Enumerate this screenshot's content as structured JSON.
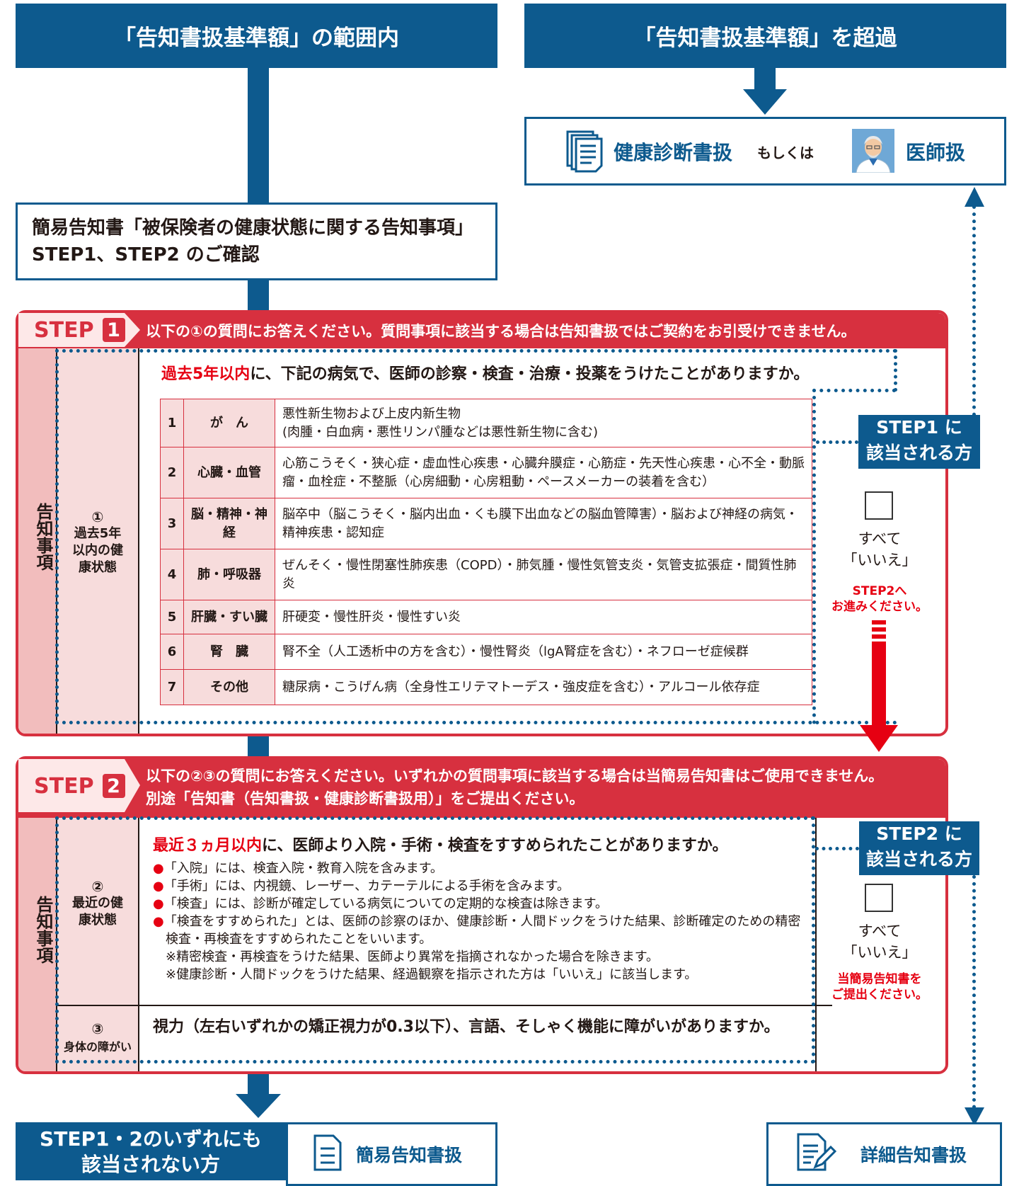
{
  "header_left": "「告知書扱基準額」の範囲内",
  "header_right": "「告知書扱基準額」を超過",
  "options_box": {
    "health_check": "健康診断書扱",
    "or": "もしくは",
    "doctor": "医師扱"
  },
  "confirm_box": {
    "line1": "簡易告知書「被保険者の健康状態に関する告知事項」",
    "line2": "STEP1、STEP2 のご確認"
  },
  "step1": {
    "label": "STEP",
    "number": "1",
    "instruction": "以下の①の質問にお答えください。質問事項に該当する場合は告知書扱ではご契約をお引受けできません。",
    "side_label": "告知事項",
    "q_num": "①",
    "q_label": "過去5年以内の健康状態",
    "question_em": "過去5年以内",
    "question_rest": "に、下記の病気で、医師の診察・検査・治療・投薬をうけたことがありますか。",
    "diseases": [
      {
        "no": "1",
        "name": "が　ん",
        "desc": "悪性新生物および上皮内新生物\n(肉腫・白血病・悪性リンパ腫などは悪性新生物に含む)"
      },
      {
        "no": "2",
        "name": "心臓・血管",
        "desc": "心筋こうそく・狭心症・虚血性心疾患・心臓弁膜症・心筋症・先天性心疾患・心不全・動脈瘤・血栓症・不整脈（心房細動・心房粗動・ペースメーカーの装着を含む）"
      },
      {
        "no": "3",
        "name": "脳・精神・神経",
        "desc": "脳卒中（脳こうそく・脳内出血・くも膜下出血などの脳血管障害）・脳および神経の病気・精神疾患・認知症"
      },
      {
        "no": "4",
        "name": "肺・呼吸器",
        "desc": "ぜんそく・慢性閉塞性肺疾患（COPD）・肺気腫・慢性気管支炎・気管支拡張症・間質性肺炎"
      },
      {
        "no": "5",
        "name": "肝臓・すい臓",
        "desc": "肝硬変・慢性肝炎・慢性すい炎"
      },
      {
        "no": "6",
        "name": "腎　臓",
        "desc": "腎不全（人工透析中の方を含む）・慢性腎炎（lgA腎症を含む）・ネフローゼ症候群"
      },
      {
        "no": "7",
        "name": "その他",
        "desc": "糖尿病・こうげん病（全身性エリテマトーデス・強皮症を含む）・アルコール依存症"
      }
    ],
    "applicable_line1": "STEP1 に",
    "applicable_line2": "該当される方",
    "all_no_1": "すべて",
    "all_no_2": "「いいえ」",
    "proceed_1": "STEP2へ",
    "proceed_2": "お進みください。"
  },
  "step2": {
    "label": "STEP",
    "number": "2",
    "instruction_1": "以下の②③の質問にお答えください。いずれかの質問事項に該当する場合は当簡易告知書はご使用できません。",
    "instruction_2": "別途「告知書（告知書扱・健康診断書扱用）」をご提出ください。",
    "side_label": "告知事項",
    "q2_num": "②",
    "q2_label": "最近の健康状態",
    "q2_em": "最近３ヵ月以内",
    "q2_rest": "に、医師より入院・手術・検査をすすめられたことがありますか。",
    "notes": [
      "「入院」には、検査入院・教育入院を含みます。",
      "「手術」には、内視鏡、レーザー、カテーテルによる手術を含みます。",
      "「検査」には、診断が確定している病気についての定期的な検査は除きます。",
      "「検査をすすめられた」とは、医師の診察のほか、健康診断・人間ドックをうけた結果、診断確定のための精密検査・再検査をすすめられたことをいいます。"
    ],
    "subnotes": [
      "※精密検査・再検査をうけた結果、医師より異常を指摘されなかった場合を除きます。",
      "※健康診断・人間ドックをうけた結果、経過観察を指示された方は「いいえ」に該当します。"
    ],
    "q3_num": "③",
    "q3_label": "身体の障がい",
    "q3_text": "視力（左右いずれかの矯正視力が0.3以下）、言語、そしゃく機能に障がいがありますか。",
    "applicable_line1": "STEP2 に",
    "applicable_line2": "該当される方",
    "all_no_1": "すべて",
    "all_no_2": "「いいえ」",
    "submit_1": "当簡易告知書を",
    "submit_2": "ご提出ください。"
  },
  "bottom": {
    "none_line1": "STEP1・2のいずれにも",
    "none_line2": "該当されない方",
    "simple": "簡易告知書扱",
    "detailed": "詳細告知書扱"
  },
  "icons": {
    "document": "document-stack-icon",
    "doctor": "doctor-avatar-icon",
    "form": "form-icon",
    "pen_form": "form-pen-icon"
  },
  "colors": {
    "navy": "#0d5a8e",
    "crimson": "#d7303f",
    "pink": "#f7dcdc",
    "red": "#e60012"
  }
}
